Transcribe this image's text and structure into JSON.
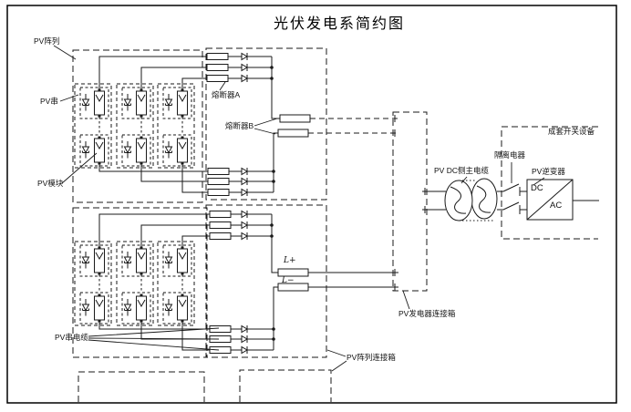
{
  "title": "光伏发电系简约图",
  "diagram": {
    "pv_array": {
      "label": "PV阵列"
    },
    "pv_string": {
      "label": "PV串"
    },
    "pv_module": {
      "label": "PV模块"
    },
    "fuse_a": {
      "label": "熔断器A"
    },
    "fuse_b": {
      "label": "熔断器B"
    },
    "pv_string_cable": {
      "label": "PV串电缆"
    },
    "array_junction_box": {
      "label": "PV阵列连接箱"
    },
    "generator_junction_box": {
      "label": "PV发电器连接箱"
    },
    "dc_main_cable": {
      "label": "PV DC侧主电缆"
    },
    "isolator": {
      "label": "隔离电器"
    },
    "inverter": {
      "label": "PV逆变器",
      "dc": "DC",
      "ac": "AC"
    },
    "switchgear": {
      "label": "成套开关设备"
    },
    "output_lines": {
      "positive": "L+",
      "negative": "L−"
    }
  },
  "colors": {
    "line": "#1a1a1a",
    "background": "#ffffff"
  }
}
